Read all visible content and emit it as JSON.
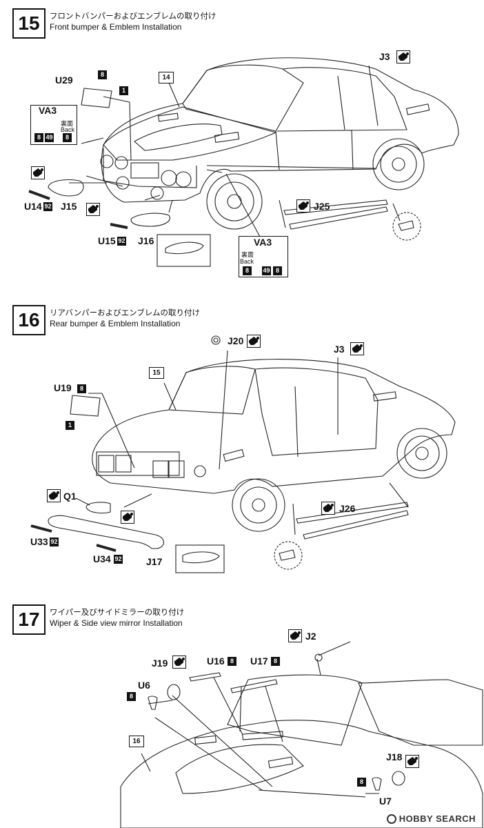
{
  "steps": [
    {
      "number": "15",
      "title_jp": "フロントバンパーおよびエンブレムの取り付け",
      "title_en": "Front bumper & Emblem Installation"
    },
    {
      "number": "16",
      "title_jp": "リアバンパーおよびエンブレムの取り付け",
      "title_en": "Rear bumper & Emblem Installation"
    },
    {
      "number": "17",
      "title_jp": "ワイパー及びサイドミラーの取り付け",
      "title_en": "Wiper & Side view mirror Installation"
    }
  ],
  "step15": {
    "u29": "U29",
    "va3": "VA3",
    "urajp": "裏面",
    "back": "Back",
    "c8": "8",
    "c49": "49",
    "c1": "1",
    "c92": "92",
    "u14": "U14",
    "j15": "J15",
    "u15": "U15",
    "j16": "J16",
    "j3": "J3",
    "j25": "J25",
    "va3b": "VA3",
    "ref14": "14"
  },
  "step16": {
    "u19": "U19",
    "j20": "J20",
    "j3": "J3",
    "ref15": "15",
    "q1": "Q1",
    "u33": "U33",
    "u34": "U34",
    "j17": "J17",
    "j26": "J26",
    "c8": "8",
    "c1": "1",
    "c92": "92"
  },
  "step17": {
    "j2": "J2",
    "u16": "U16",
    "u17": "U17",
    "j19": "J19",
    "u6": "U6",
    "ref16": "16",
    "j18": "J18",
    "u7": "U7",
    "c8": "8"
  },
  "watermark": "HOBBY SEARCH"
}
